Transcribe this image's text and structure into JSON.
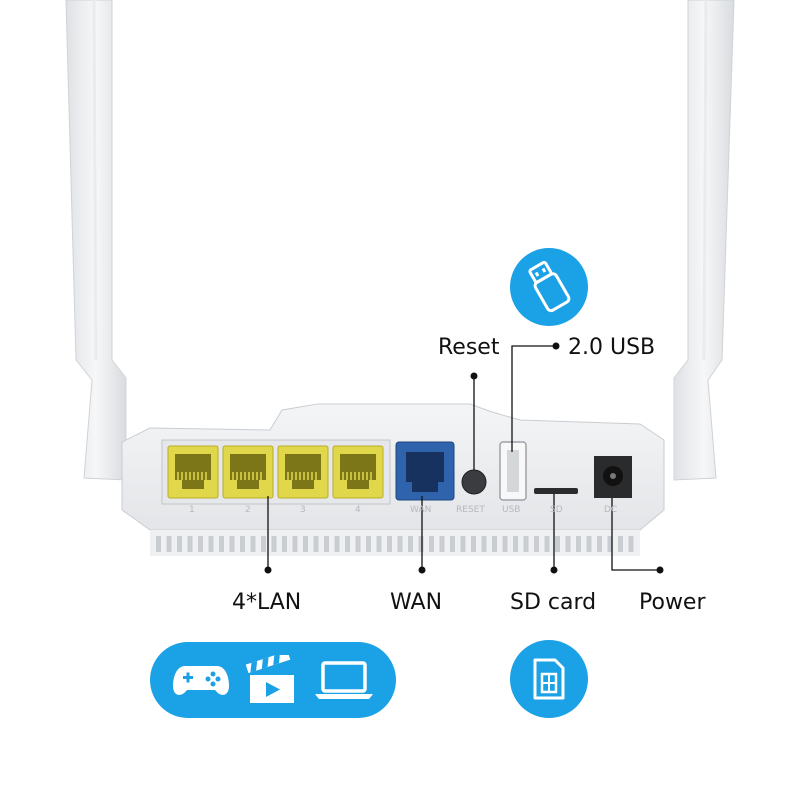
{
  "labels": {
    "reset": "Reset",
    "usb": "2.0 USB",
    "lan": "4*LAN",
    "wan": "WAN",
    "sd_card": "SD card",
    "power": "Power"
  },
  "port_labels": {
    "lan": [
      "1",
      "2",
      "3",
      "4"
    ],
    "wan": "WAN",
    "reset": "RESET",
    "usb": "USB",
    "sd": "SD",
    "dc": "DC"
  },
  "colors": {
    "accent": "#1ba1e6",
    "lan_port": "#e0d84a",
    "wan_port": "#2f64ad",
    "router_body": "#eceef0"
  },
  "icons": {
    "usb_badge": "usb-stick-icon",
    "sd_badge": "sd-card-icon",
    "media": [
      "gamepad-icon",
      "clapperboard-icon",
      "laptop-icon"
    ]
  }
}
